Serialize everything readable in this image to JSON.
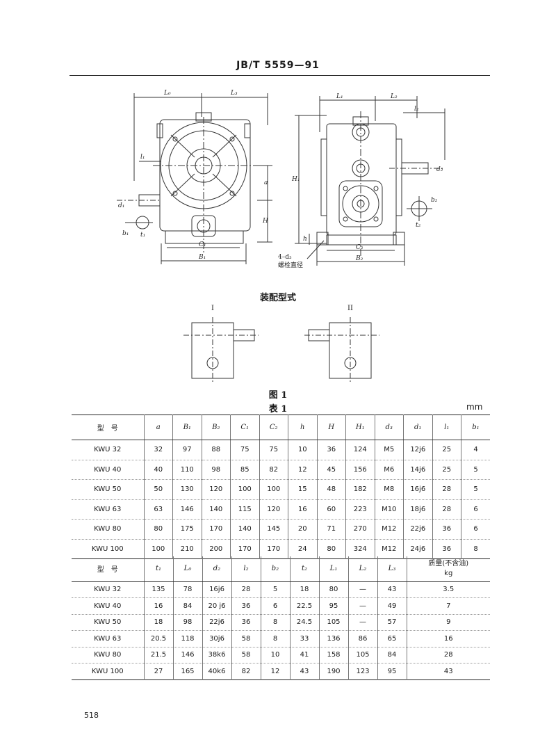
{
  "header": {
    "standard_code": "JB/T 5559—91"
  },
  "drawing": {
    "left_view": {
      "top_dims": [
        "L₀",
        "L₃"
      ],
      "labels": {
        "l1": "l₁",
        "d1": "d₁",
        "b1": "b₁",
        "t1": "t₁",
        "a": "a",
        "H": "H",
        "C1": "C₁",
        "B1": "B₁"
      }
    },
    "right_view": {
      "top_dims": [
        "L₁",
        "L₂",
        "l₂"
      ],
      "labels": {
        "H1": "H₁",
        "h": "h",
        "d2": "d₂",
        "b2": "b₂",
        "t2": "t₂",
        "C2": "C₂",
        "B2": "B₂"
      },
      "bolt_callout": "4–d₃",
      "bolt_note": "螺栓直径"
    }
  },
  "assembly": {
    "title": "装配型式",
    "types": [
      "I",
      "II"
    ]
  },
  "figure_caption": "图 1",
  "table_caption": "表 1",
  "unit": "mm",
  "table_a": {
    "headers": [
      "型　号",
      "a",
      "B₁",
      "B₂",
      "C₁",
      "C₂",
      "h",
      "H",
      "H₁",
      "d₃",
      "d₁",
      "l₁",
      "b₁"
    ],
    "rows": [
      [
        "KWU 32",
        "32",
        "97",
        "88",
        "75",
        "75",
        "10",
        "36",
        "124",
        "M5",
        "12j6",
        "25",
        "4"
      ],
      [
        "KWU 40",
        "40",
        "110",
        "98",
        "85",
        "82",
        "12",
        "45",
        "156",
        "M6",
        "14j6",
        "25",
        "5"
      ],
      [
        "KWU 50",
        "50",
        "130",
        "120",
        "100",
        "100",
        "15",
        "48",
        "182",
        "M8",
        "16j6",
        "28",
        "5"
      ],
      [
        "KWU 63",
        "63",
        "146",
        "140",
        "115",
        "120",
        "16",
        "60",
        "223",
        "M10",
        "18j6",
        "28",
        "6"
      ],
      [
        "KWU 80",
        "80",
        "175",
        "170",
        "140",
        "145",
        "20",
        "71",
        "270",
        "M12",
        "22j6",
        "36",
        "6"
      ],
      [
        "KWU 100",
        "100",
        "210",
        "200",
        "170",
        "170",
        "24",
        "80",
        "324",
        "M12",
        "24j6",
        "36",
        "8"
      ]
    ]
  },
  "table_b": {
    "headers": [
      "型　号",
      "t₁",
      "L₀",
      "d₂",
      "l₂",
      "b₂",
      "t₂",
      "L₁",
      "L₂",
      "L₃"
    ],
    "mass_header": {
      "line1": "质量(不含油)",
      "line2": "kg"
    },
    "rows": [
      [
        "KWU 32",
        "135",
        "78",
        "16j6",
        "28",
        "5",
        "18",
        "80",
        "—",
        "43",
        "3.5"
      ],
      [
        "KWU 40",
        "16",
        "84",
        "20 j6",
        "36",
        "6",
        "22.5",
        "95",
        "—",
        "49",
        "7"
      ],
      [
        "KWU 50",
        "18",
        "98",
        "22j6",
        "36",
        "8",
        "24.5",
        "105",
        "—",
        "57",
        "9"
      ],
      [
        "KWU 63",
        "20.5",
        "118",
        "30j6",
        "58",
        "8",
        "33",
        "136",
        "86",
        "65",
        "16"
      ],
      [
        "KWU 80",
        "21.5",
        "146",
        "38k6",
        "58",
        "10",
        "41",
        "158",
        "105",
        "84",
        "28"
      ],
      [
        "KWU 100",
        "27",
        "165",
        "40k6",
        "82",
        "12",
        "43",
        "190",
        "123",
        "95",
        "43"
      ]
    ]
  },
  "page_number": "518"
}
